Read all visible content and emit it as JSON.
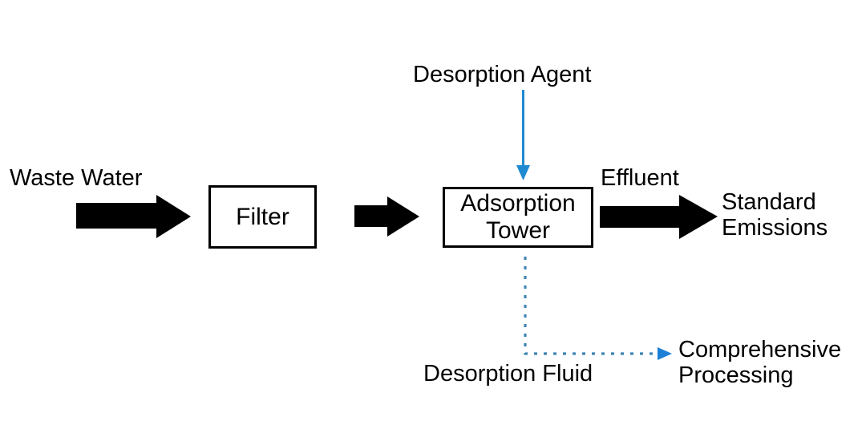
{
  "diagram": {
    "type": "process-flow",
    "topic": "Wastewater adsorption treatment process",
    "nodes": {
      "waste_water": "Waste Water",
      "filter": "Filter",
      "adsorption_tower": "Adsorption\nTower",
      "desorption_agent": "Desorption Agent",
      "effluent": "Effluent",
      "standard_emissions": "Standard\nEmissions",
      "desorption_fluid": "Desorption Fluid",
      "comprehensive_processing": "Comprehensive\nProcessing"
    },
    "edges": [
      {
        "from": "Waste Water",
        "to": "Filter",
        "style": "solid-black-block-arrow"
      },
      {
        "from": "Filter",
        "to": "Adsorption Tower",
        "style": "solid-black-block-arrow"
      },
      {
        "from": "Desorption Agent",
        "to": "Adsorption Tower",
        "style": "solid-blue-thin-arrow",
        "direction": "down"
      },
      {
        "from": "Adsorption Tower",
        "to": "Standard Emissions",
        "label": "Effluent",
        "style": "solid-black-block-arrow"
      },
      {
        "from": "Adsorption Tower",
        "to": "Comprehensive Processing",
        "label": "Desorption Fluid",
        "style": "dotted-blue-arrow",
        "direction": "down-then-right"
      }
    ]
  },
  "colors": {
    "background": "#ffffff",
    "text": "#000000",
    "arrow-black": "#000000",
    "box-border": "#000000",
    "flow-blue": "#1e8ad2",
    "dotted-blue": "#3f85b5",
    "dotted-arrow-blue": "#1d80d6"
  }
}
